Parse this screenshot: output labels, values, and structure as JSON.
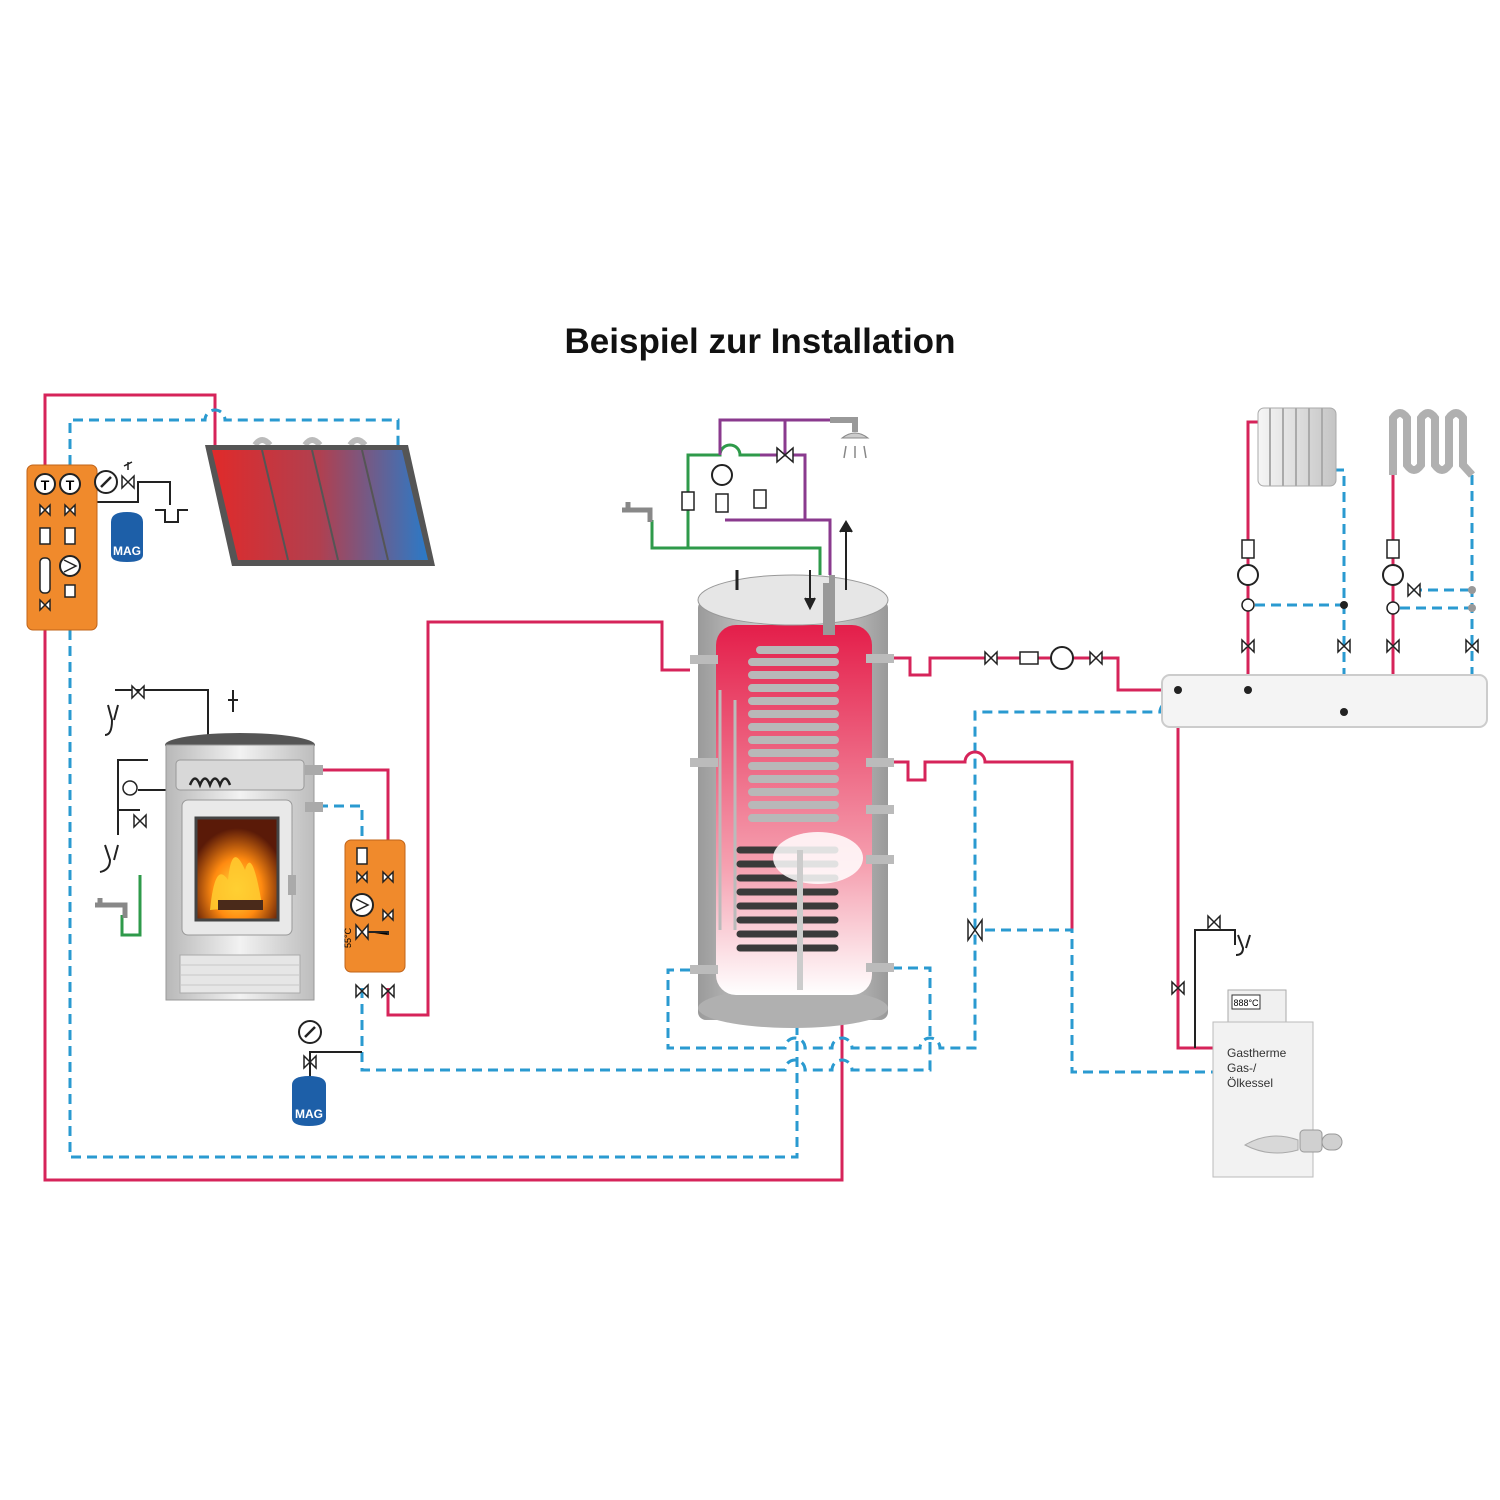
{
  "title": "Beispiel zur Installation",
  "labels": {
    "mag_solar": "MAG",
    "mag_stove": "MAG",
    "boiler_line1": "Gastherme",
    "boiler_line2": "Gas-/",
    "boiler_line3": "Ölkessel",
    "boiler_display": "888°C",
    "stove_valve_temp": "55°C",
    "thermometer": "T"
  },
  "colors": {
    "flow": "#d6245a",
    "return": "#2a9ad0",
    "cold_water": "#2e9a4a",
    "hot_water": "#8a3a8e",
    "module": "#f08a2c"
  },
  "icons": [
    "thermometer-icon",
    "pressure-gauge-icon",
    "safety-valve-icon",
    "pump-icon",
    "check-valve-icon",
    "ball-valve-icon",
    "mixing-valve-icon",
    "tap-icon",
    "shower-icon",
    "drain-funnel-icon",
    "expansion-vessel-icon",
    "radiator-icon",
    "underfloor-coil-icon",
    "air-vent-icon"
  ]
}
